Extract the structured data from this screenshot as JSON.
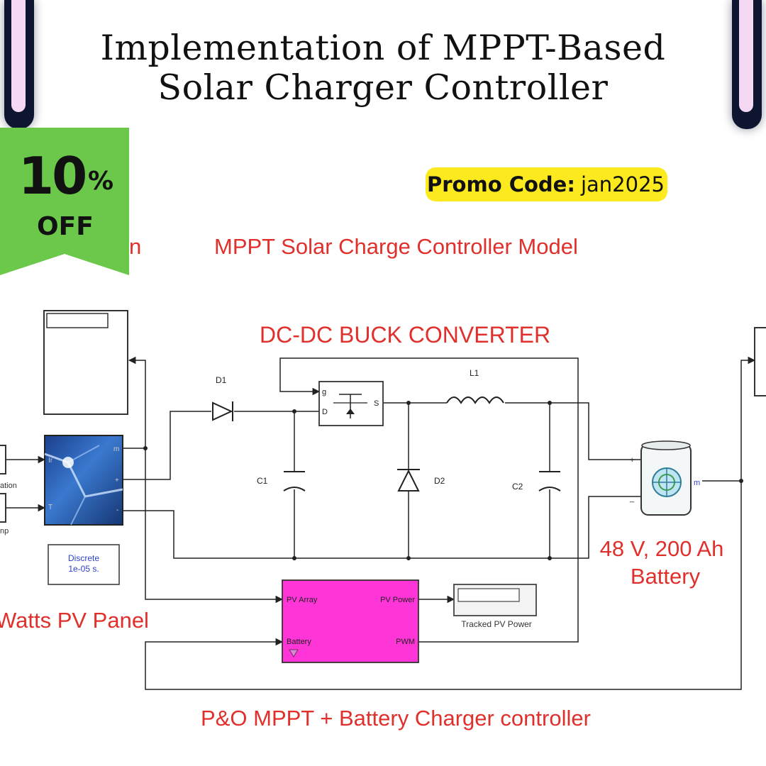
{
  "title": {
    "line1": "Implementation of MPPT-Based",
    "line2": "Solar Charger Controller"
  },
  "badge": {
    "percent": "10",
    "symbol": "%",
    "off": "OFF",
    "color": "#6cc84a"
  },
  "promo": {
    "label": "Promo Code:",
    "code": "jan2025",
    "color": "#fdea1e"
  },
  "diagram": {
    "heading": "MPPT Solar Charge Controller Model",
    "heading_fragment": "n",
    "buck_label": "DC-DC BUCK CONVERTER",
    "pv_panel_label": "Watts PV Panel",
    "pv_ports": {
      "m": "m",
      "plus": "+",
      "minus": "-",
      "irr": "Ir",
      "temp": "T"
    },
    "irradiation_fragment": "ation",
    "temp_fragment": "np",
    "discrete": {
      "line1": "Discrete",
      "line2": "1e-05 s."
    },
    "d1": "D1",
    "d2": "D2",
    "l1": "L1",
    "c1": "C1",
    "c2": "C2",
    "mosfet_ports": {
      "g": "g",
      "d": "D",
      "s": "S"
    },
    "battery_label_line1": "48 V, 200 Ah",
    "battery_label_line2": "Battery",
    "battery_ports": {
      "plus": "+",
      "minus": "_",
      "m": "m"
    },
    "controller": {
      "in1": "PV Array",
      "in2": "Battery",
      "out1": "PV Power",
      "out2": "PWM",
      "color": "#ff35d8"
    },
    "tracked_label": "Tracked PV Power",
    "controller_caption": "P&O MPPT + Battery Charger controller",
    "annotation_color": "#e0302c"
  }
}
